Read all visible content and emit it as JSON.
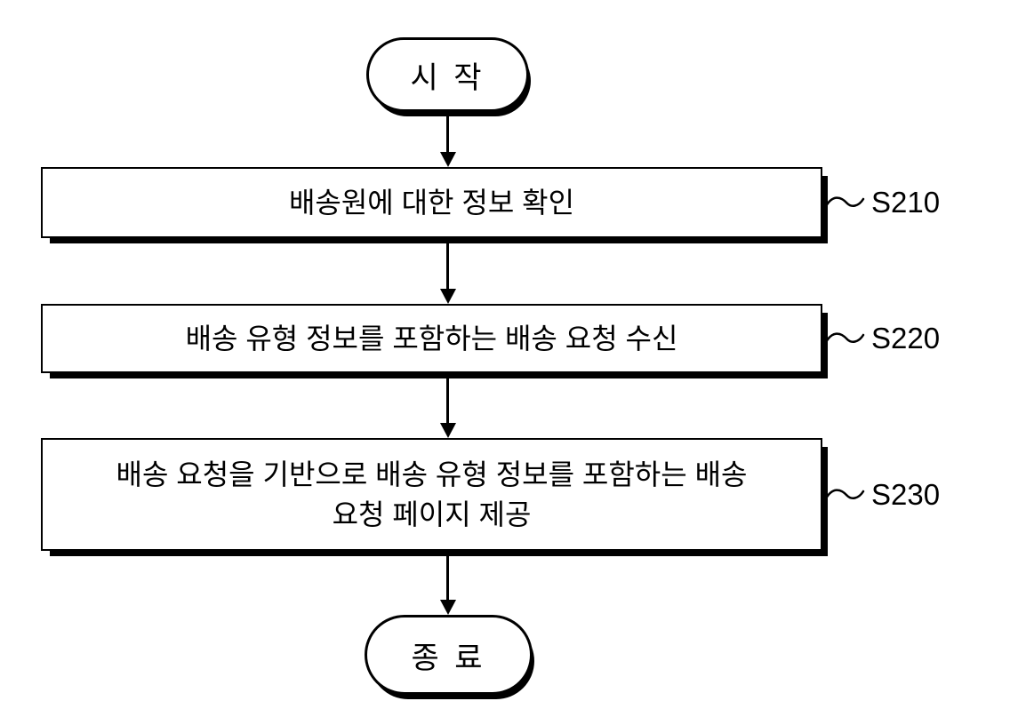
{
  "flowchart": {
    "start_label": "시 작",
    "end_label": "종 료",
    "steps": [
      {
        "id": "S210",
        "lines": [
          "배송원에 대한 정보 확인"
        ]
      },
      {
        "id": "S220",
        "lines": [
          "배송 유형 정보를 포함하는 배송 요청 수신"
        ]
      },
      {
        "id": "S230",
        "lines": [
          "배송 요청을 기반으로 배송 유형 정보를 포함하는 배송",
          "요청 페이지 제공"
        ]
      }
    ],
    "icons": {
      "arrow_down": "▼",
      "tilde_connector": "~"
    },
    "colors": {
      "stroke": "#000000",
      "fill": "#ffffff",
      "background": "#ffffff"
    }
  }
}
